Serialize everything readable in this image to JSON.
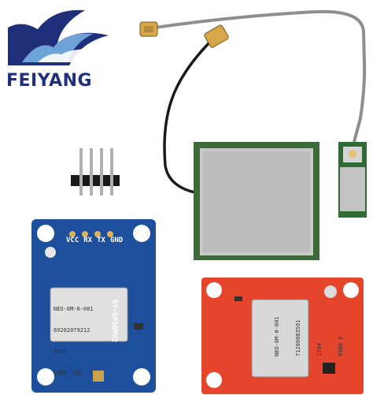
{
  "brand": {
    "name": "FEIYANG",
    "logo_colors": {
      "dark": "#1f2f7a",
      "light": "#6ea3d8"
    }
  },
  "blue_board": {
    "pins": [
      "VCC",
      "RX",
      "TX",
      "GND"
    ],
    "side_label": "GY-GPS6MV2",
    "chip": {
      "model": "NEO-6M-0-001",
      "line2": "69202079212",
      "line3": "1736",
      "line4": "1300  25"
    },
    "color": "#1d4f9c"
  },
  "red_board": {
    "chip": {
      "model": "NEO-6M-0-001",
      "line2": "71200083591",
      "line3": "1744",
      "line4": "0300 8"
    },
    "color": "#e5452b"
  },
  "antenna": {
    "color": "#8e8e8e"
  }
}
